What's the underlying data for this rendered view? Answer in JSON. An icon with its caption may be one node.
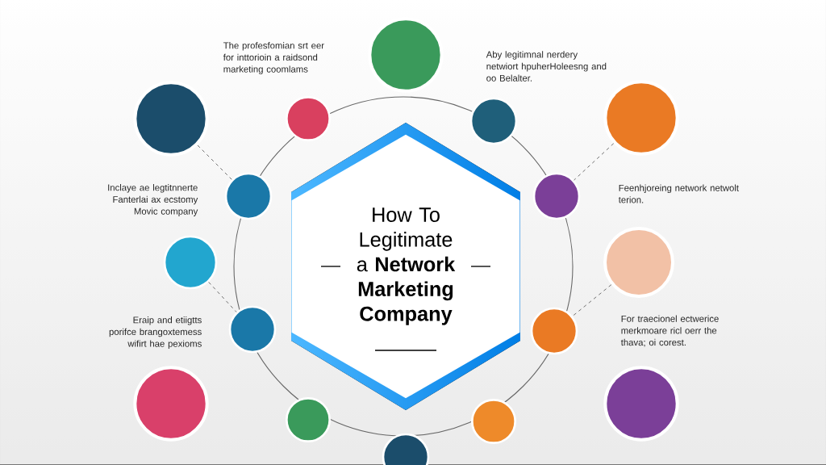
{
  "diagram": {
    "nodes": [
      {
        "text": [
          "How To Legitimate a **Network Marketing Company**"
        ]
      },
      {
        "text": [],
        "shape": "circle"
      },
      {
        "text": [],
        "shape": "circle"
      },
      {
        "text": [],
        "shape": "circle"
      },
      {
        "text": [],
        "shape": "circle"
      },
      {
        "text": [],
        "shape": "circle"
      },
      {
        "text": [],
        "shape": "circle"
      },
      {
        "text": [],
        "shape": "circle"
      },
      {
        "text": [],
        "shape": "circle"
      },
      {
        "text": [],
        "shape": "circle"
      },
      {
        "text": [],
        "shape": "circle"
      },
      {
        "text": [],
        "shape": "circle"
      },
      {
        "text": [],
        "shape": "circle"
      },
      {
        "text": [],
        "shape": "circle"
      },
      {
        "text": [],
        "shape": "circle"
      },
      {
        "text": [],
        "shape": "circle"
      },
      {
        "text": [],
        "shape": "circle"
      }
    ],
    "edges": [
      {
        "from": 2,
        "to": 6,
        "arrow": "none",
        "style": "dashed"
      },
      {
        "from": 8,
        "to": 10,
        "arrow": "none",
        "style": "dashed"
      },
      {
        "from": 5,
        "to": 7,
        "arrow": "none",
        "style": "dashed"
      },
      {
        "from": 9,
        "to": 11,
        "arrow": "none",
        "style": "dashed"
      }
    ],
    "labels": [
      "The profesfomian srt eer for inttorioin a raidsond marketing coomlams",
      "Aby legitimnal nerdery netwiort hpuherHoleesng and oo Belalter.",
      "Inclaye ae legtitnnerte Fanterlai ax ecstomy Movic company",
      "Feenhjoreing network netwolt terion.",
      "Eraip and etiigtts porifce brangoxtemess wifirt hae pexioms",
      "For traecionel ectwerice merkmoare ricl oerr the thava; oi corest."
    ]
  }
}
